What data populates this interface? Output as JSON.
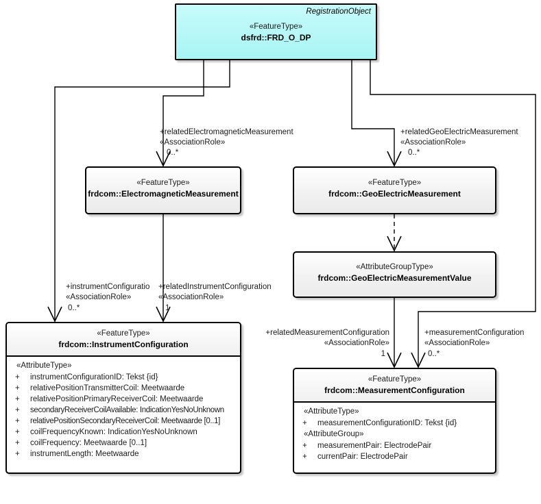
{
  "diagram": {
    "type": "uml-class-diagram",
    "title": "RegistrationObject FRD_O_DP",
    "colors": {
      "root_fill": "#b6f7f7",
      "class_fill": "#f0f0f0",
      "body_fill": "#ffffff",
      "border": "#000000",
      "text": "#1a1a1a",
      "canvas": "#ffffff"
    }
  },
  "classes": {
    "root": {
      "tag": "RegistrationObject",
      "stereotype": "«FeatureType»",
      "name": "dsfrd::FRD_O_DP"
    },
    "electromagnetic_measurement": {
      "stereotype": "«FeatureType»",
      "name": "frdcom::ElectromagneticMeasurement"
    },
    "geoelectric_measurement": {
      "stereotype": "«FeatureType»",
      "name": "frdcom::GeoElectricMeasurement"
    },
    "geoelectric_measurement_value": {
      "stereotype": "«AttributeGroupType»",
      "name": "frdcom::GeoElectricMeasurementValue"
    },
    "instrument_configuration": {
      "stereotype": "«FeatureType»",
      "name": "frdcom::InstrumentConfiguration",
      "groups": [
        {
          "label": "«AttributeType»",
          "attributes": [
            {
              "visibility": "+",
              "text": "instrumentConfigurationID: Tekst {id}"
            },
            {
              "visibility": "+",
              "text": "relativePositionTransmitterCoil: Meetwaarde"
            },
            {
              "visibility": "+",
              "text": "relativePositionPrimaryReceiverCoil: Meetwaarde"
            },
            {
              "visibility": "+",
              "text": "secondaryReceiverCoilAvailable: IndicationYesNoUnknown"
            },
            {
              "visibility": "+",
              "text": "relativePositionSecondaryReceiverCoil: Meetwaarde [0..1]"
            },
            {
              "visibility": "+",
              "text": "coilFrequencyKnown: IndicationYesNoUnknown"
            },
            {
              "visibility": "+",
              "text": "coilFrequency: Meetwaarde [0..1]"
            },
            {
              "visibility": "+",
              "text": "instrumentLength: Meetwaarde"
            }
          ]
        }
      ]
    },
    "measurement_configuration": {
      "stereotype": "«FeatureType»",
      "name": "frdcom::MeasurementConfiguration",
      "groups": [
        {
          "label": "«AttributeType»",
          "attributes": [
            {
              "visibility": "+",
              "text": "measurementConfigurationID: Tekst {id}"
            }
          ]
        },
        {
          "label": "«AttributeGroup»",
          "attributes": [
            {
              "visibility": "+",
              "text": "measurementPair: ElectrodePair"
            },
            {
              "visibility": "+",
              "text": "currentPair: ElectrodePair"
            }
          ]
        }
      ]
    }
  },
  "associations": [
    {
      "id": "related-electromagnetic-measurement",
      "role": "+relatedElectromagneticMeasurement",
      "stereotype": "«AssociationRole»",
      "multiplicity": "0..*"
    },
    {
      "id": "related-geoelectric-measurement",
      "role": "+relatedGeoElectricMeasurement",
      "stereotype": "«AssociationRole»",
      "multiplicity": "0..*"
    },
    {
      "id": "instrument-configuration",
      "role": "+instrumentConfiguratio",
      "stereotype": "«AssociationRole»",
      "multiplicity": "0..*"
    },
    {
      "id": "related-instrument-configuration",
      "role": "+relatedInstrumentConfiguration",
      "stereotype": "«AssociationRole»",
      "multiplicity": "1"
    },
    {
      "id": "related-measurement-configuration",
      "role": "+relatedMeasurementConfiguration",
      "stereotype": "«AssociationRole»",
      "multiplicity": "1"
    },
    {
      "id": "measurement-configuration",
      "role": "+measurementConfiguration",
      "stereotype": "«AssociationRole»",
      "multiplicity": "0..*"
    }
  ]
}
